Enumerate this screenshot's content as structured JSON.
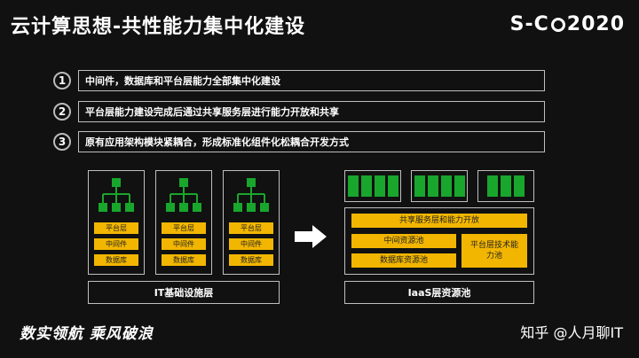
{
  "slide": {
    "title": "云计算思想-共性能力集中化建设",
    "brand": {
      "prefix": "S-C",
      "suffix": "2020"
    }
  },
  "points": [
    {
      "num": "1",
      "text": "中间件，数据库和平台层能力全部集中化建设"
    },
    {
      "num": "2",
      "text": "平台层能力建设完成后通过共享服务层进行能力开放和共享"
    },
    {
      "num": "3",
      "text": "原有应用架构模块紧耦合，形成标准化组件化松耦合开发方式"
    }
  ],
  "left_diagram": {
    "stack_layers": [
      "平台层",
      "中间件",
      "数据库"
    ],
    "base_label": "IT基础设施层"
  },
  "right_diagram": {
    "shared_service": "共享服务层和能力开放",
    "middleware_pool": "中间资源池",
    "db_pool": "数据库资源池",
    "platform_tech": "平台层技术能力池",
    "base_label": "IaaS层资源池"
  },
  "footer": {
    "tagline": "数实领航  乘风破浪",
    "watermark": "知乎 @人月聊IT"
  },
  "colors": {
    "background": "#111111",
    "accent_yellow": "#f2b600",
    "accent_green": "#19a62c",
    "border_gray": "#bfbfbf"
  }
}
